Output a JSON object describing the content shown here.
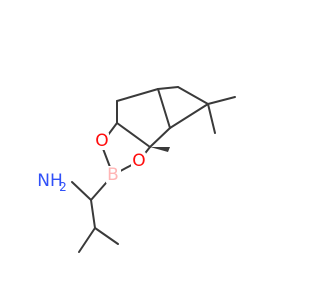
{
  "molecule": {
    "atoms": {
      "o1": {
        "symbol": "O",
        "color": "#ff0d0d"
      },
      "o2": {
        "symbol": "O",
        "color": "#ff0d0d"
      },
      "b": {
        "symbol": "B",
        "color": "#ffb5b5"
      },
      "n": {
        "symbol": "NH",
        "sub": "2",
        "color": "#3050f8"
      }
    },
    "bond_color": "#3a3a3a",
    "stereo": "wedge"
  }
}
